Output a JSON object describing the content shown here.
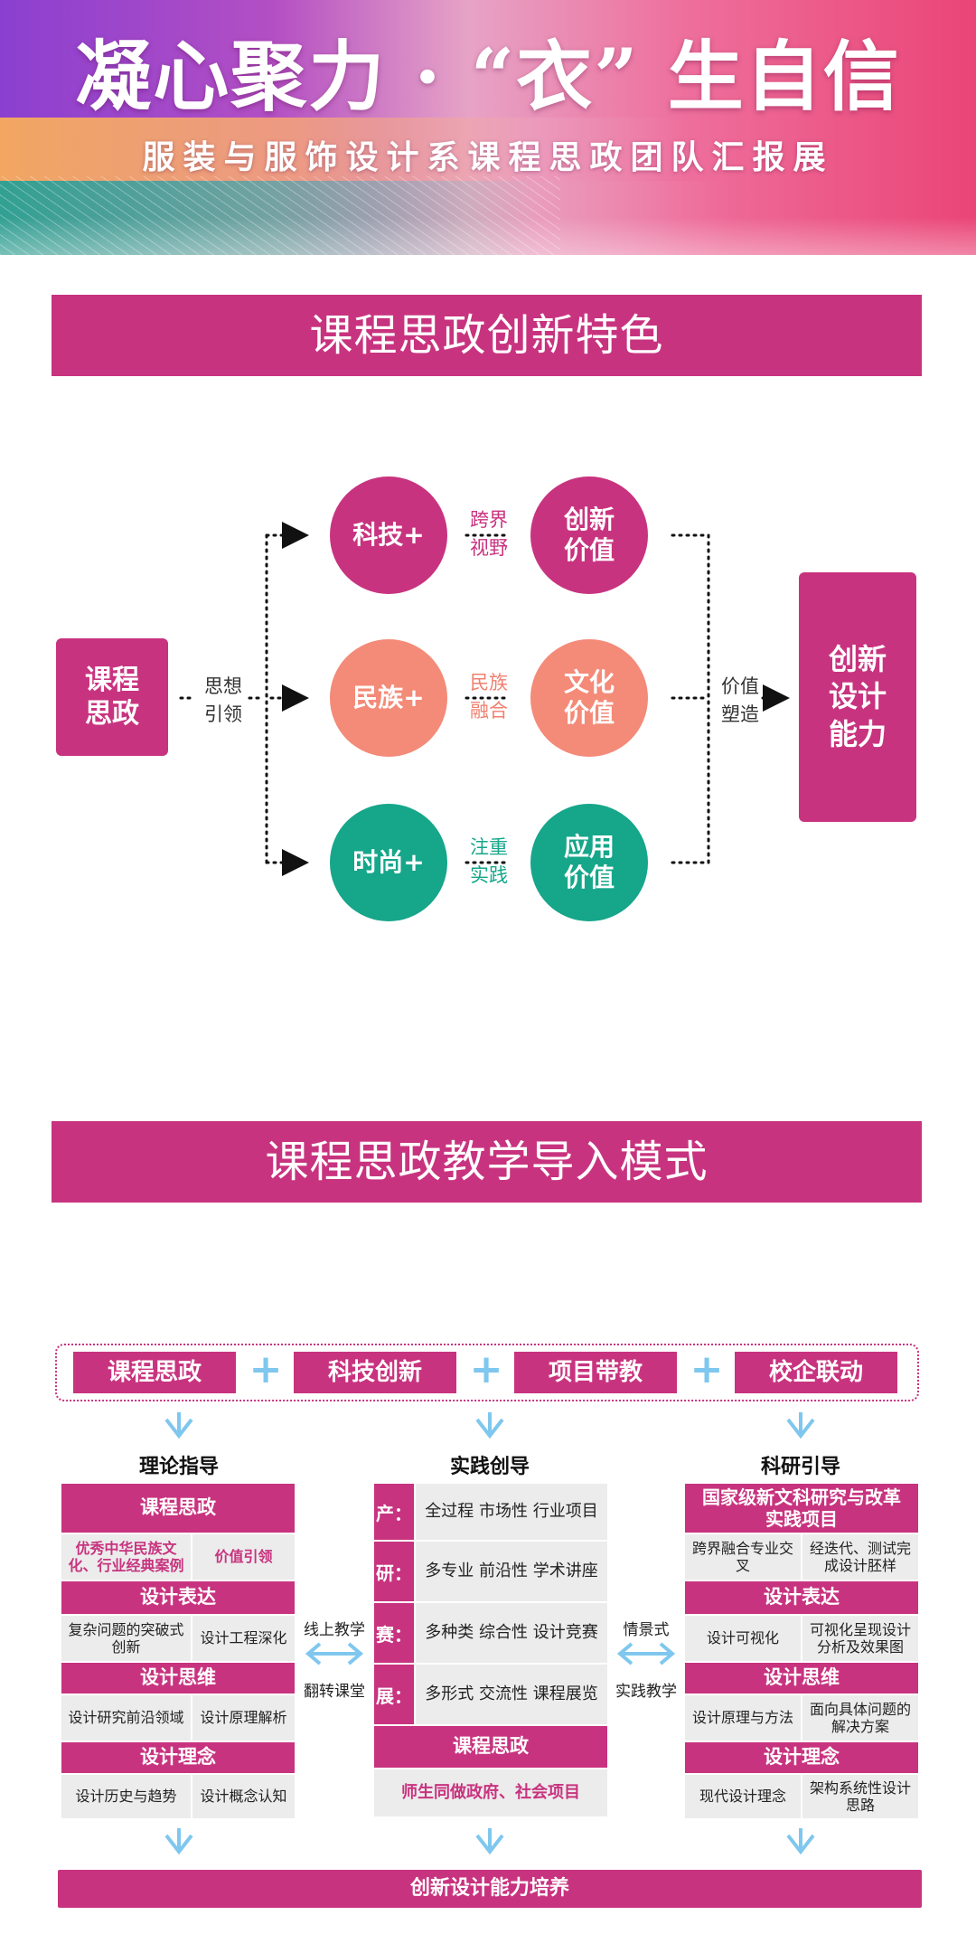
{
  "header": {
    "title": "凝心聚力 · “衣” 生自信",
    "subtitle": "服装与服饰设计系课程思政团队汇报展"
  },
  "section1": {
    "banner": "课程思政创新特色",
    "source": {
      "line1": "课程",
      "line2": "思政"
    },
    "source_label": {
      "line1": "思想",
      "line2": "引领"
    },
    "target": {
      "line1": "创新",
      "line2": "设计",
      "line3": "能力"
    },
    "target_label": {
      "line1": "价值",
      "line2": "塑造"
    },
    "rows": [
      {
        "left": "科技+",
        "mid1": "跨界",
        "mid2": "视野",
        "right1": "创新",
        "right2": "价值",
        "left_color": "#c8337f",
        "right_color": "#c8337f",
        "mid_color": "#c8337f"
      },
      {
        "left": "民族+",
        "mid1": "民族",
        "mid2": "融合",
        "right1": "文化",
        "right2": "价值",
        "left_color": "#f48a78",
        "right_color": "#f48a78",
        "mid_color": "#f08070"
      },
      {
        "left": "时尚+",
        "mid1": "注重",
        "mid2": "实践",
        "right1": "应用",
        "right2": "价值",
        "left_color": "#16a68a",
        "right_color": "#16a68a",
        "mid_color": "#16a68a"
      }
    ]
  },
  "section2": {
    "banner": "课程思政教学导入模式",
    "top": [
      "课程思政",
      "科技创新",
      "项目带教",
      "校企联动"
    ],
    "plus": "+",
    "left": {
      "title": "理论指导",
      "h1": "课程思政",
      "r1a": "优秀中华民族文化、行业经典案例",
      "r1b": "价值引领",
      "h2": "设计表达",
      "r2a": "复杂问题的突破式创新",
      "r2b": "设计工程深化",
      "h3": "设计思维",
      "r3a": "设计研究前沿领域",
      "r3b": "设计原理解析",
      "h4": "设计理念",
      "r4a": "设计历史与趋势",
      "r4b": "设计概念认知"
    },
    "mid": {
      "title": "实践创导",
      "v1": "产：",
      "v2": "研：",
      "v3": "赛：",
      "v4": "展：",
      "c1": "全过程 市场性 行业项目",
      "c2": "多专业 前沿性 学术讲座",
      "c3": "多种类 综合性 设计竞赛",
      "c4": "多形式 交流性 课程展览",
      "h": "课程思政",
      "hc": "师生同做政府、社会项目"
    },
    "right": {
      "title": "科研引导",
      "h1": "国家级新文科研究与改革实践项目",
      "r1a": "跨界融合专业交叉",
      "r1b": "经迭代、测试完成设计胚样",
      "h2": "设计表达",
      "r2a": "设计可视化",
      "r2b": "可视化呈现设计分析及效果图",
      "h3": "设计思维",
      "r3a": "设计原理与方法",
      "r3b": "面向具体问题的解决方案",
      "h4": "设计理念",
      "r4a": "现代设计理念",
      "r4b": "架构系统性设计思路"
    },
    "link_left": {
      "top": "线上教学",
      "bottom": "翻转课堂"
    },
    "link_right": {
      "top": "情景式",
      "bottom": "实践教学"
    },
    "bottom": "创新设计能力培养"
  },
  "colors": {
    "magenta": "#c8337f",
    "coral": "#f48a78",
    "teal": "#16a68a",
    "sky": "#7fc7ee"
  }
}
